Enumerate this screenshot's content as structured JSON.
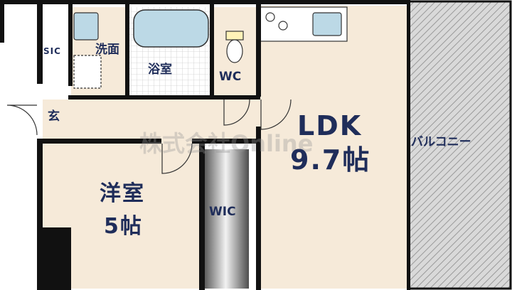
{
  "rooms": {
    "ldk_name": "LDK",
    "ldk_size": "9.7帖",
    "western_name": "洋室",
    "western_size": "5帖",
    "balcony": "バルコニー",
    "wic": "WIC",
    "wc": "WC",
    "bathroom": "浴室",
    "washroom": "洗面",
    "sic": "SIC",
    "entrance": "玄"
  },
  "watermark": "株式会社Online",
  "colors": {
    "floor": "#f6ead9",
    "wall": "#111111",
    "label": "#1f2d5a",
    "balcony": "#cfcfcf",
    "tile": "#ffffff",
    "fixture": "#bcd9e6"
  }
}
